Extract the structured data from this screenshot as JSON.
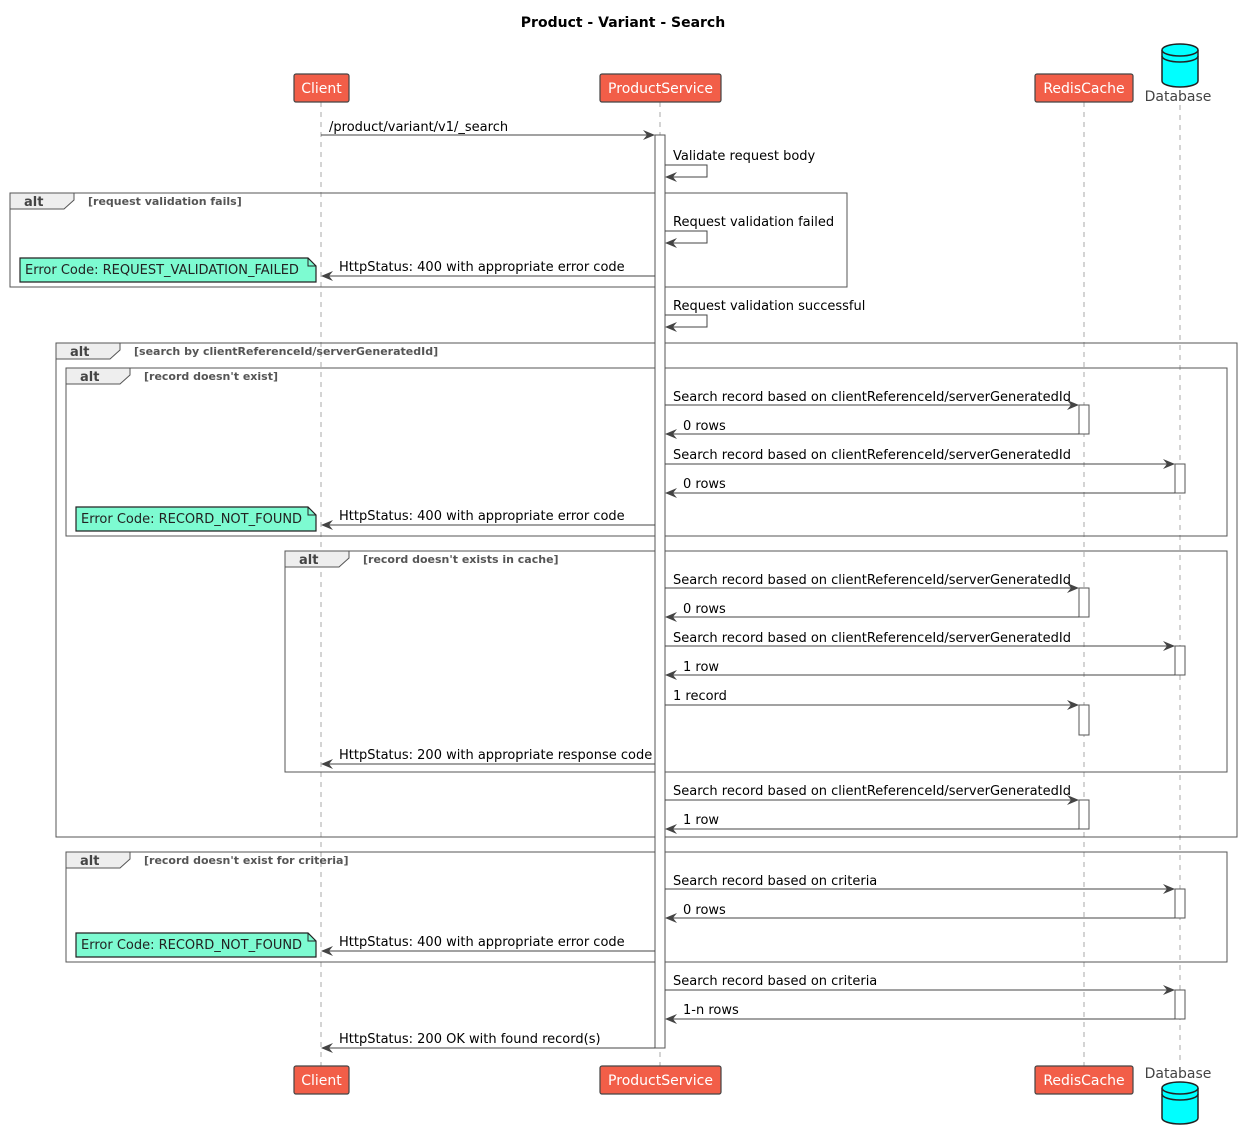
{
  "title": "Product - Variant - Search",
  "participants": {
    "client": "Client",
    "productservice": "ProductService",
    "rediscache": "RedisCache",
    "database": "Database"
  },
  "colors": {
    "participant_fill": "#f25e48",
    "database_fill": "#00ffff",
    "note_fill": "#7dfbd1",
    "line": "#444444"
  },
  "fragments": [
    {
      "label": "alt",
      "condition": "[request validation fails]"
    },
    {
      "label": "alt",
      "condition": "[search by clientReferenceId/serverGeneratedId]"
    },
    {
      "label": "alt",
      "condition": "[record doesn't exist]"
    },
    {
      "label": "alt",
      "condition": "[record doesn't exists in cache]"
    },
    {
      "label": "alt",
      "condition": "[record doesn't exist for criteria]"
    }
  ],
  "messages": [
    "/product/variant/v1/_search",
    "Validate request body",
    "Request validation failed",
    "HttpStatus: 400 with appropriate error code",
    "Request validation successful",
    "Search record based on clientReferenceId/serverGeneratedId",
    "0 rows",
    "Search record based on clientReferenceId/serverGeneratedId",
    "0 rows",
    "HttpStatus: 400 with appropriate error code",
    "Search record based on clientReferenceId/serverGeneratedId",
    "0 rows",
    "Search record based on clientReferenceId/serverGeneratedId",
    "1 row",
    "1 record",
    "HttpStatus: 200 with appropriate response code",
    "Search record based on clientReferenceId/serverGeneratedId",
    "1 row",
    "Search record based on criteria",
    "0 rows",
    "HttpStatus: 400 with appropriate error code",
    "Search record based on criteria",
    "1-n rows",
    "HttpStatus: 200 OK with found record(s)"
  ],
  "notes": [
    "Error Code: REQUEST_VALIDATION_FAILED",
    "Error Code: RECORD_NOT_FOUND",
    "Error Code: RECORD_NOT_FOUND"
  ]
}
